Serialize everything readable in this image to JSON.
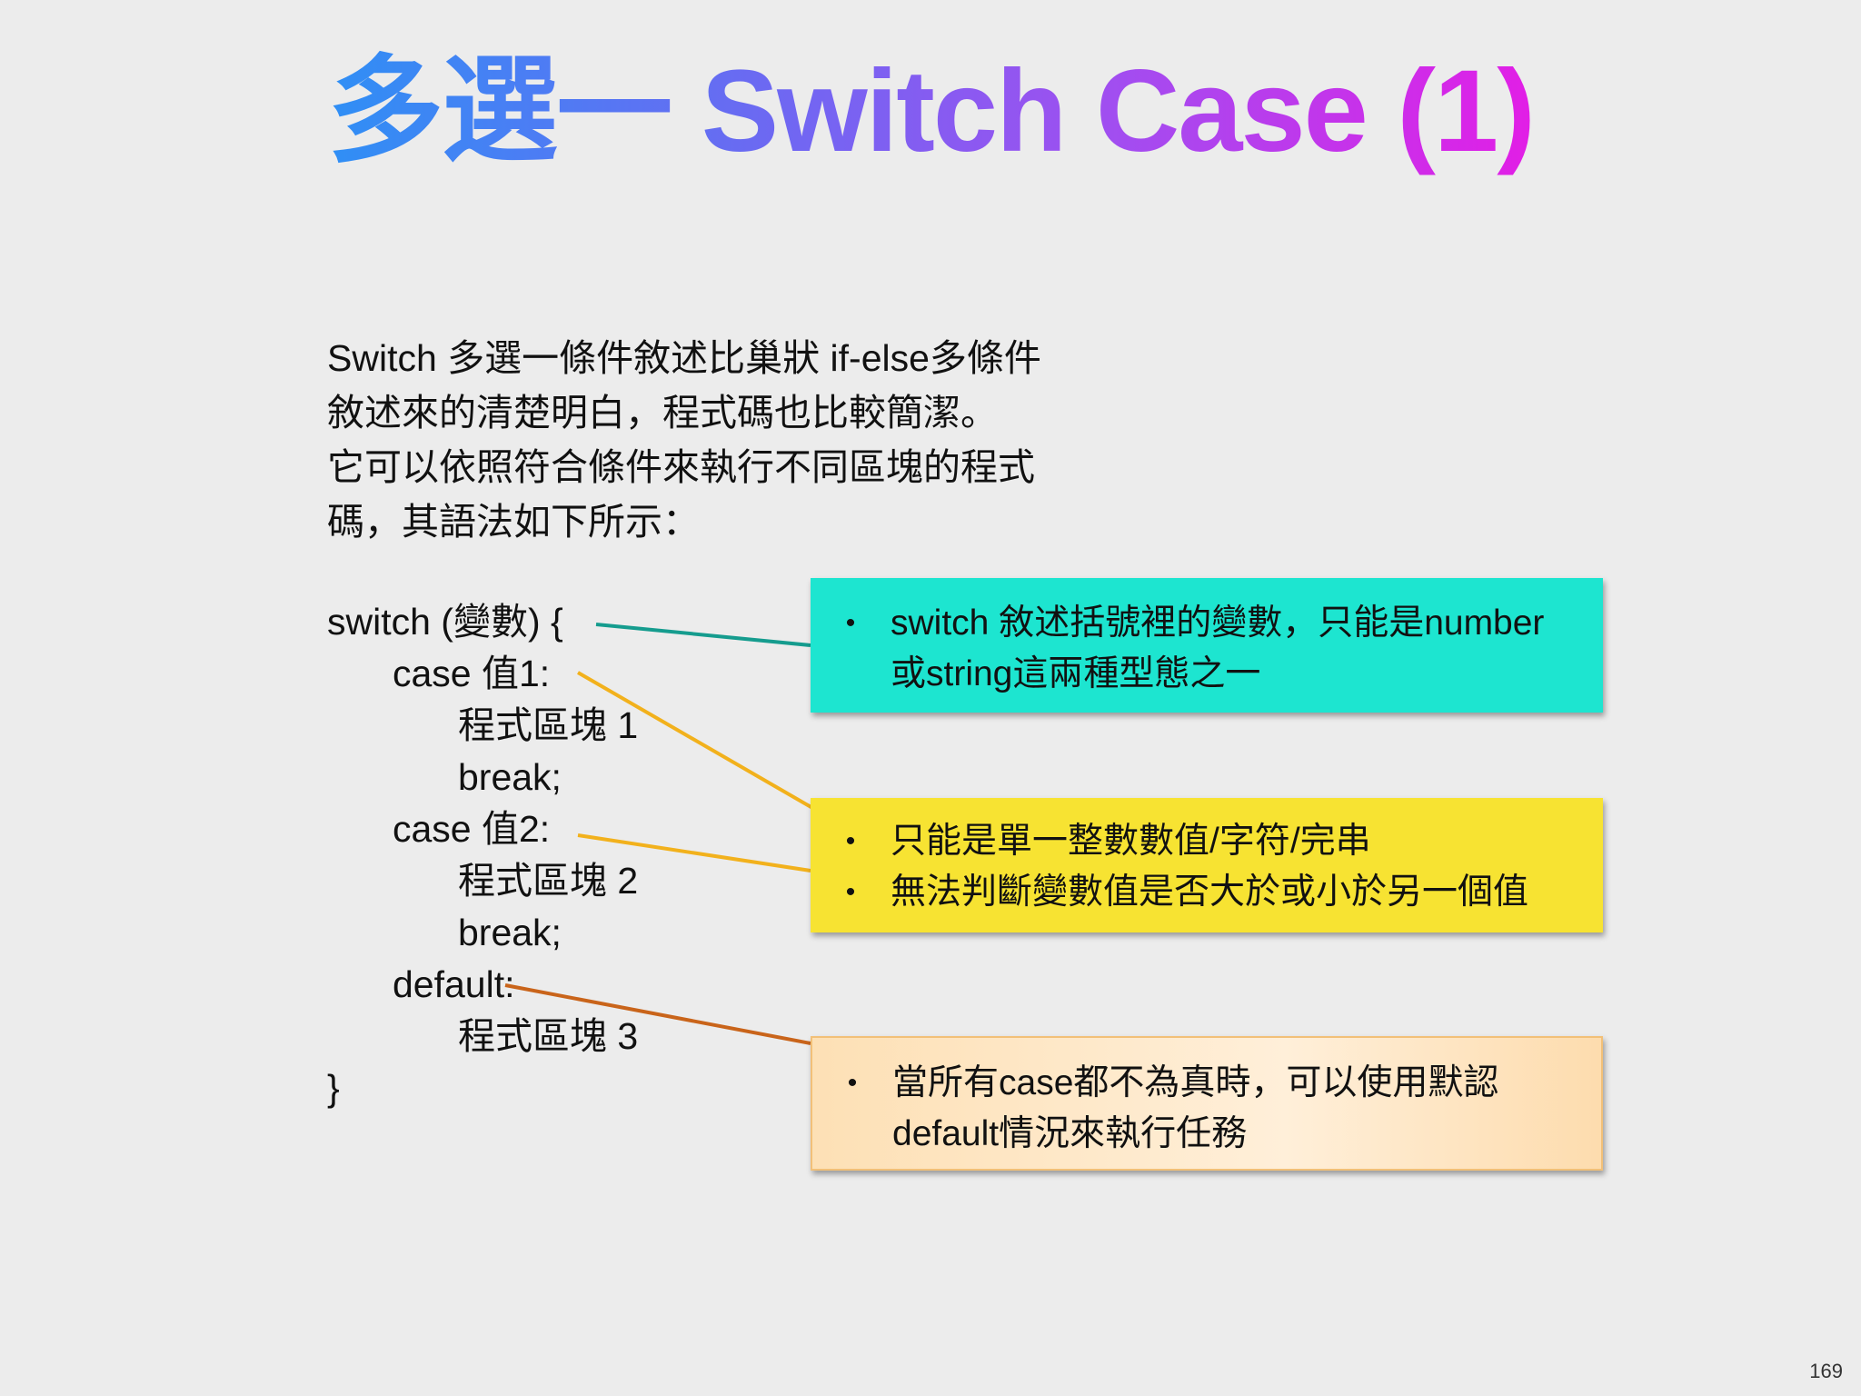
{
  "title": "多選一 Switch Case (1)",
  "intro_lines": [
    "Switch 多選一條件敘述比巢狀 if-else多條件",
    "敘述來的清楚明白，程式碼也比較簡潔。",
    "它可以依照符合條件來執行不同區塊的程式",
    "碼，其語法如下所示："
  ],
  "code_lines": [
    "switch (變數) {",
    "case 值1:",
    "程式區塊 1",
    "break;",
    "case 值2:",
    "程式區塊 2",
    "break;",
    "default:",
    "程式區塊 3",
    "}"
  ],
  "notes": {
    "cyan": {
      "color": "#1de5d0",
      "bullets": [
        "switch 敘述括號裡的變數，只能是number或string這兩種型態之一"
      ]
    },
    "yellow": {
      "color": "#f7e332",
      "bullets": [
        "只能是單一整數數值/字符/完串",
        "無法判斷變數值是否大於或小於另一個值"
      ]
    },
    "orange": {
      "color": "#fde0b5",
      "bullets": [
        "當所有case都不為真時，可以使用默認default情況來執行任務"
      ]
    }
  },
  "bullet_symbol": "•",
  "page_number": "169"
}
